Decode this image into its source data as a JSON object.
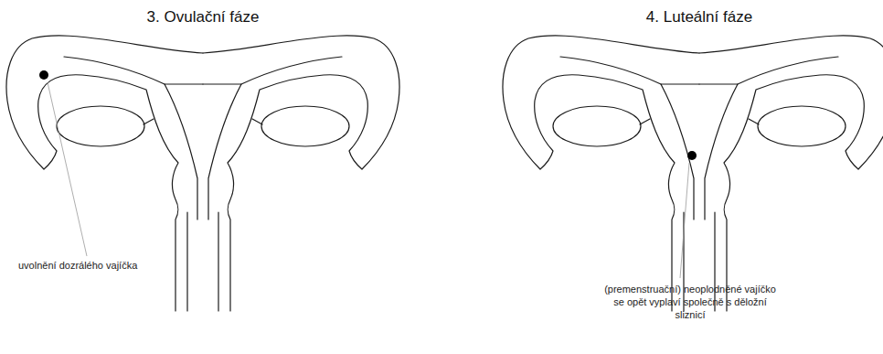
{
  "diagram": {
    "labels": [
      "3. Ovulační fáze",
      "4. Luteální fáze",
      "uvolnění dozrálého vajíčka",
      "(premenstruační) neoplodněné vajíčko se opět vyplaví společně s děložní sliznicí"
    ]
  }
}
